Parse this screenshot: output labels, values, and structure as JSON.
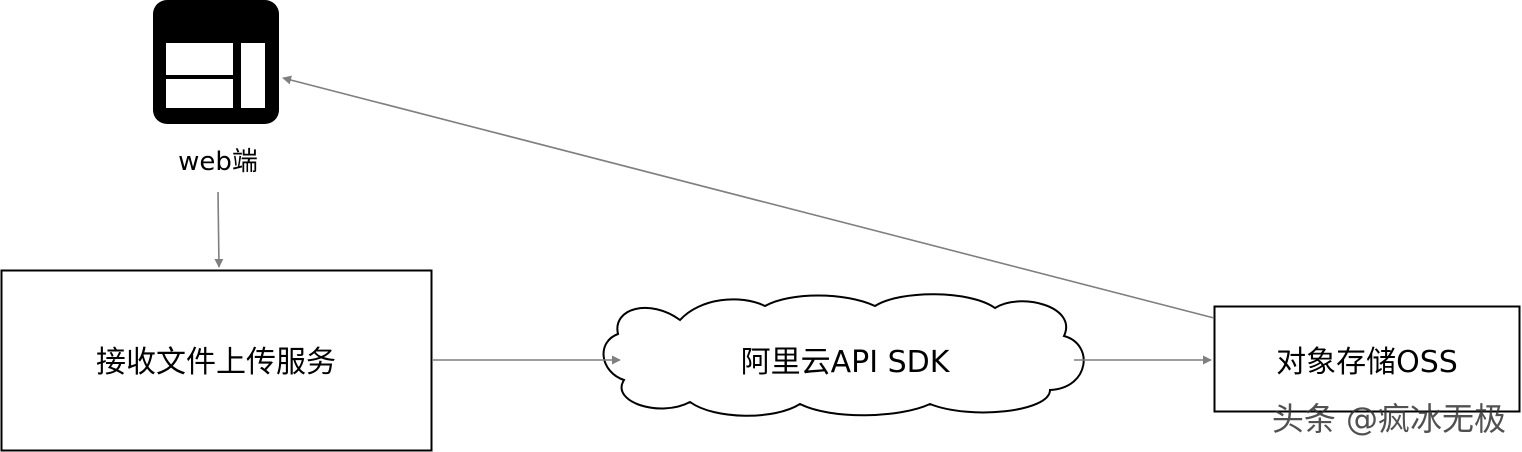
{
  "nodes": {
    "web": {
      "label": "web端",
      "icon": "browser-window-icon"
    },
    "upload_service": {
      "label": "接收文件上传服务"
    },
    "sdk": {
      "label": "阿里云API SDK"
    },
    "oss": {
      "label": "对象存储OSS"
    }
  },
  "edges": [
    {
      "from": "web",
      "to": "upload_service"
    },
    {
      "from": "upload_service",
      "to": "sdk"
    },
    {
      "from": "sdk",
      "to": "oss"
    },
    {
      "from": "oss",
      "to": "web"
    }
  ],
  "watermark": {
    "text": "头条 @疯冰无极"
  },
  "colors": {
    "stroke": "#000000",
    "arrow": "#7f7f7f",
    "icon": "#000000",
    "background": "#ffffff"
  }
}
